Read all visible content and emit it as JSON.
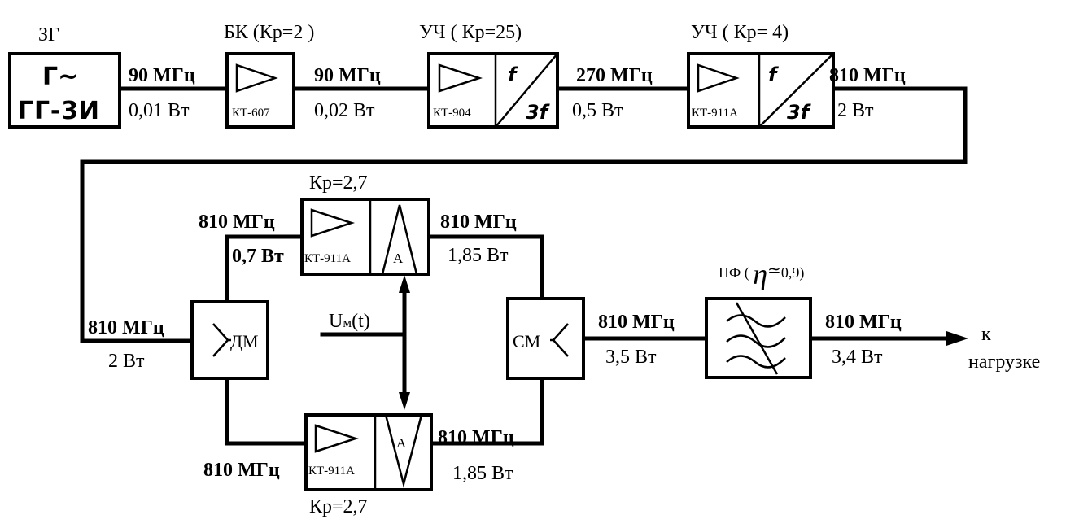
{
  "blocks": {
    "zg": {
      "title": "ЗГ",
      "symbol": "Г~",
      "model": "ГГ-3И"
    },
    "bk": {
      "title": "БК (",
      "kp": "Кр",
      "gain": "=2 )",
      "transistor": "КТ-607"
    },
    "uch1": {
      "title": "УЧ ( ",
      "kp": "Кр",
      "gain": "=25)",
      "transistor": "КТ-904",
      "f_in": "f",
      "f_out": "3f"
    },
    "uch2": {
      "title": "УЧ ( ",
      "kp": "Кр",
      "gain": "= 4)",
      "transistor": "КТ-911А",
      "f_in": "f",
      "f_out": "3f"
    },
    "amp_top": {
      "kp": "Кр",
      "gain": "=2,7",
      "transistor": "КТ-911А",
      "mod": "А"
    },
    "amp_bottom": {
      "kp": "Кр",
      "gain": "=2,7",
      "transistor": "КТ-911А",
      "mod": "А"
    },
    "dm": {
      "label": "ДМ"
    },
    "sm": {
      "label": "СМ"
    },
    "pf": {
      "title": "ПФ ( ",
      "eta": "η",
      "approx": "≃",
      "value": "0,9)"
    }
  },
  "signals": {
    "s1_freq": "90 МГц",
    "s1_power": "0,01 Вт",
    "s2_freq": "90 МГц",
    "s2_power": "0,02 Вт",
    "s3_freq": "270 МГц",
    "s3_power": "0,5 Вт",
    "s4_freq": "810 МГц",
    "s4_power": "2 Вт",
    "dm_in_freq": "810 МГц",
    "dm_in_power": "2 Вт",
    "top_in_freq": "810 МГц",
    "top_in_power": "0,7 Вт",
    "top_out_freq": "810 МГц",
    "top_out_power": "1,85 Вт",
    "bottom_in_freq": "810 МГц",
    "bottom_out_freq": "810 МГц",
    "bottom_out_power": "1,85 Вт",
    "sm_out_freq": "810 МГц",
    "sm_out_power": "3,5 Вт",
    "pf_out_freq": "810 МГц",
    "pf_out_power": "3,4 Вт"
  },
  "modulation": {
    "u": "U",
    "sub": "м",
    "arg": "(t)"
  },
  "load": {
    "line1": "к",
    "line2": "нагрузке"
  }
}
